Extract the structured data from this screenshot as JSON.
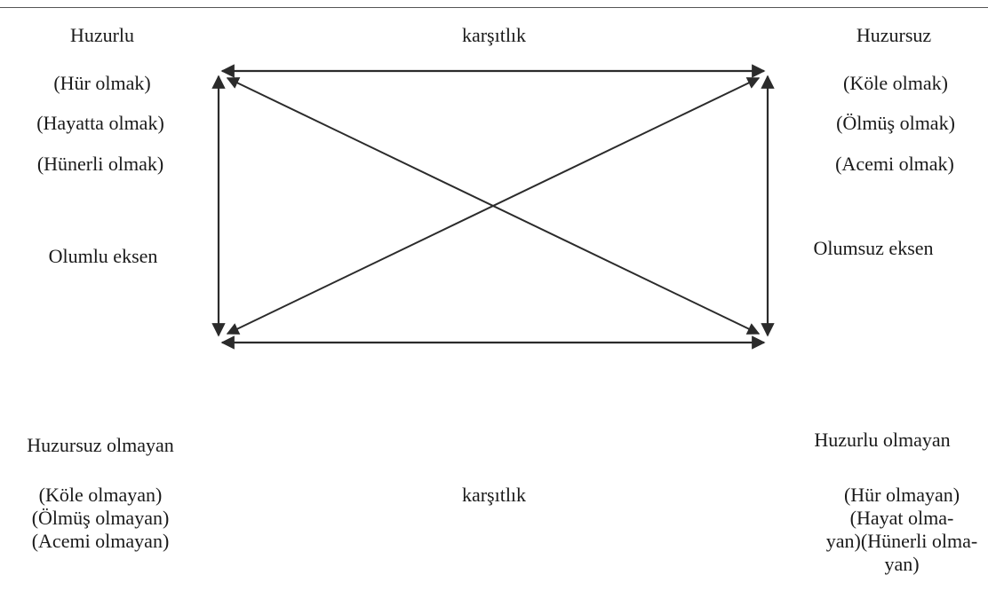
{
  "top_left": {
    "title": "Huzurlu",
    "items": [
      "(Hür olmak)",
      "(Hayatta olmak)",
      "(Hünerli olmak)"
    ],
    "axis": "Olumlu eksen"
  },
  "top_right": {
    "title": "Huzursuz",
    "items": [
      "(Köle olmak)",
      "(Ölmüş olmak)",
      "(Acemi olmak)"
    ],
    "axis": "Olumsuz eksen"
  },
  "top_relation": "karşıtlık",
  "bottom_relation": "karşıtlık",
  "bottom_left": {
    "title": "Huzursuz olmayan",
    "items": [
      "(Köle olmayan)",
      "(Ölmüş olmayan)",
      "(Acemi olmayan)"
    ]
  },
  "bottom_right": {
    "title": "Huzurlu olmayan",
    "items": [
      "(Hür olmayan)",
      "(Hayat olma-",
      "yan)(Hünerli olma-",
      "yan)"
    ]
  },
  "colors": {
    "line": "#2b2b2b",
    "text": "#1a1a1a"
  }
}
